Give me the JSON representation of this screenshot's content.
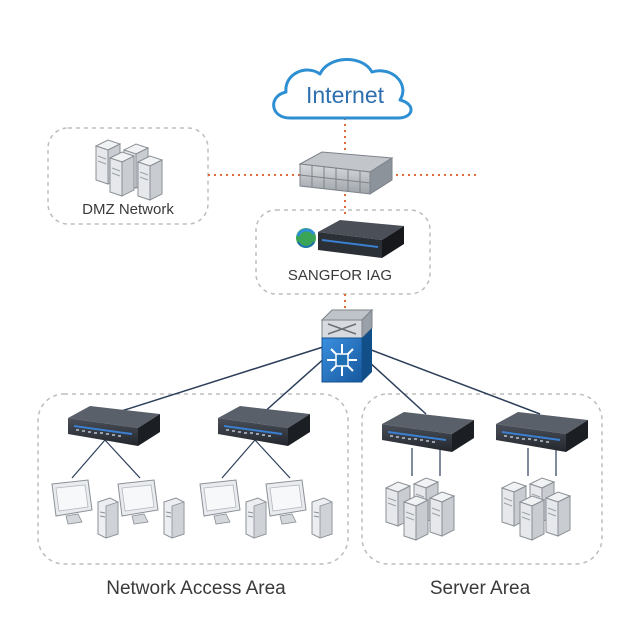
{
  "labels": {
    "internet": "Internet",
    "dmz": "DMZ Network",
    "iag": "SANGFOR IAG",
    "access": "Network Access Area",
    "server": "Server Area"
  },
  "colors": {
    "cloud": "#2e8fd3",
    "cloud_fill": "#ffffff",
    "dotted_red": "#e06a3a",
    "dashed_box": "#bdbdbd",
    "link": "#2c3e5a",
    "device_dark": "#2b2f36",
    "device_accent": "#3a7fd0",
    "core_switch": "#1f6fb5",
    "text": "#3a3a3a"
  },
  "icons": {
    "cloud": "cloud-icon",
    "firewall": "firewall-icon",
    "iag_appliance": "sangfor-iag-appliance-icon",
    "core_switch": "core-switch-icon",
    "access_switch": "access-switch-icon",
    "workstation": "workstation-icon",
    "server": "server-icon"
  }
}
